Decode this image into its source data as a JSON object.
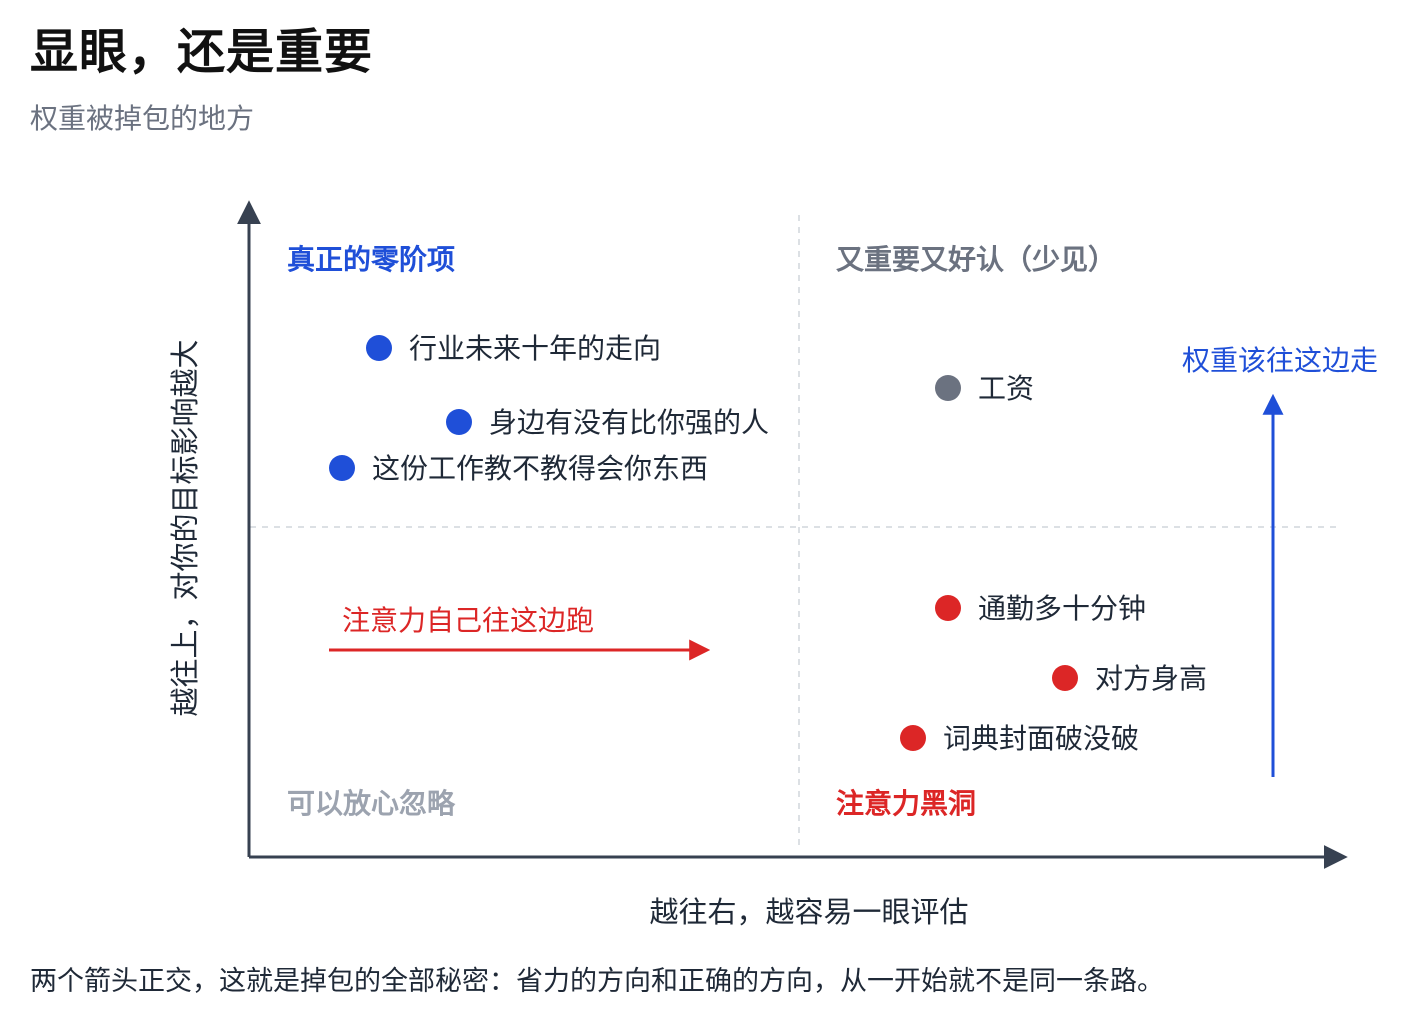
{
  "header": {
    "title": "显眼，还是重要",
    "subtitle": "权重被掉包的地方"
  },
  "axes": {
    "y_label": "越往上，对你的目标影响越大",
    "x_label": "越往右，越容易一眼评估"
  },
  "quadrants": {
    "top_left": "真正的零阶项",
    "top_right": "又重要又好认（少见）",
    "bottom_left": "可以放心忽略",
    "bottom_right": "注意力黑洞"
  },
  "arrows": {
    "horizontal_label": "注意力自己往这边跑",
    "vertical_label": "权重该往这边走"
  },
  "items": [
    {
      "label": "行业未来十年的走向",
      "color": "#1f4fd8"
    },
    {
      "label": "身边有没有比你强的人",
      "color": "#1f4fd8"
    },
    {
      "label": "这份工作教不教得会你东西",
      "color": "#1f4fd8"
    },
    {
      "label": "工资",
      "color": "#6b7280"
    },
    {
      "label": "通勤多十分钟",
      "color": "#dc2626"
    },
    {
      "label": "对方身高",
      "color": "#dc2626"
    },
    {
      "label": "词典封面破没破",
      "color": "#dc2626"
    }
  ],
  "colors": {
    "blue": "#1f4fd8",
    "red": "#dc2626",
    "gray": "#6b7280",
    "light_gray": "#9ca3af",
    "axis": "#374151"
  },
  "footer": {
    "text": "两个箭头正交，这就是掉包的全部秘密：省力的方向和正确的方向，从一开始就不是同一条路。"
  }
}
